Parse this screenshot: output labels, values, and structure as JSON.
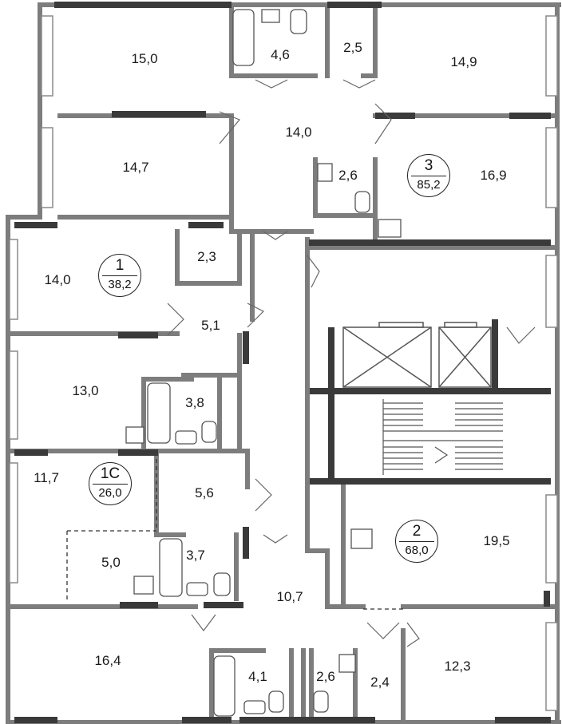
{
  "apartments": [
    {
      "number": "1",
      "total_area": "38,2"
    },
    {
      "number": "1С",
      "total_area": "26,0"
    },
    {
      "number": "2",
      "total_area": "68,0"
    },
    {
      "number": "3",
      "total_area": "85,2"
    }
  ],
  "rooms": {
    "r01": "15,0",
    "r02": "4,6",
    "r03": "2,5",
    "r04": "14,9",
    "r05": "14,0",
    "r06": "14,7",
    "r07": "2,6",
    "r08": "16,9",
    "r09": "2,3",
    "r10": "14,0",
    "r11": "5,1",
    "r12": "13,0",
    "r13": "3,8",
    "r14": "11,7",
    "r15": "5,6",
    "r16": "5,0",
    "r17": "3,7",
    "r18": "19,5",
    "r19": "10,7",
    "r20": "16,4",
    "r21": "4,1",
    "r22": "2,6",
    "r23": "2,4",
    "r24": "12,3"
  },
  "colors": {
    "wall": "#7d7d7d",
    "bearing_wall": "#3a3a3a",
    "fixture": "#555555",
    "background": "#ffffff"
  }
}
